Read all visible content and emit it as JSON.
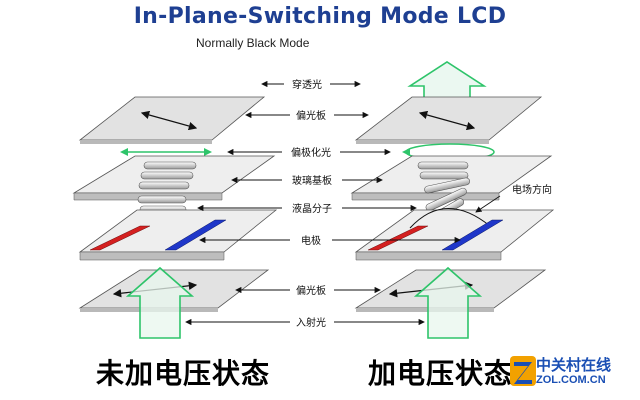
{
  "header": {
    "title": "In-Plane-Switching Mode LCD",
    "subtitle": "Normally Black Mode"
  },
  "labels": {
    "transmitted_light": "穿透光",
    "polarizer_top": "偏光板",
    "polarized_light": "偏极化光",
    "glass_substrate": "玻璃基板",
    "lc_molecules": "液晶分子",
    "electrode": "电极",
    "polarizer_bottom": "偏光板",
    "incident_light": "入射光",
    "field_direction": "电场方向"
  },
  "captions": {
    "left": "未加电压状态",
    "right": "加电压状态"
  },
  "watermark": {
    "name_cn": "中关村在线",
    "name_en": "ZOL.COM.CN"
  },
  "colors": {
    "title": "#1e3f92",
    "plate": "#e2e2e2",
    "plate_dark": "#b9b9b9",
    "light_arrow": "#2ec46a",
    "electrode_red": "#d42020",
    "electrode_blue": "#1f37c9",
    "watermark": "#1a4fb4"
  }
}
